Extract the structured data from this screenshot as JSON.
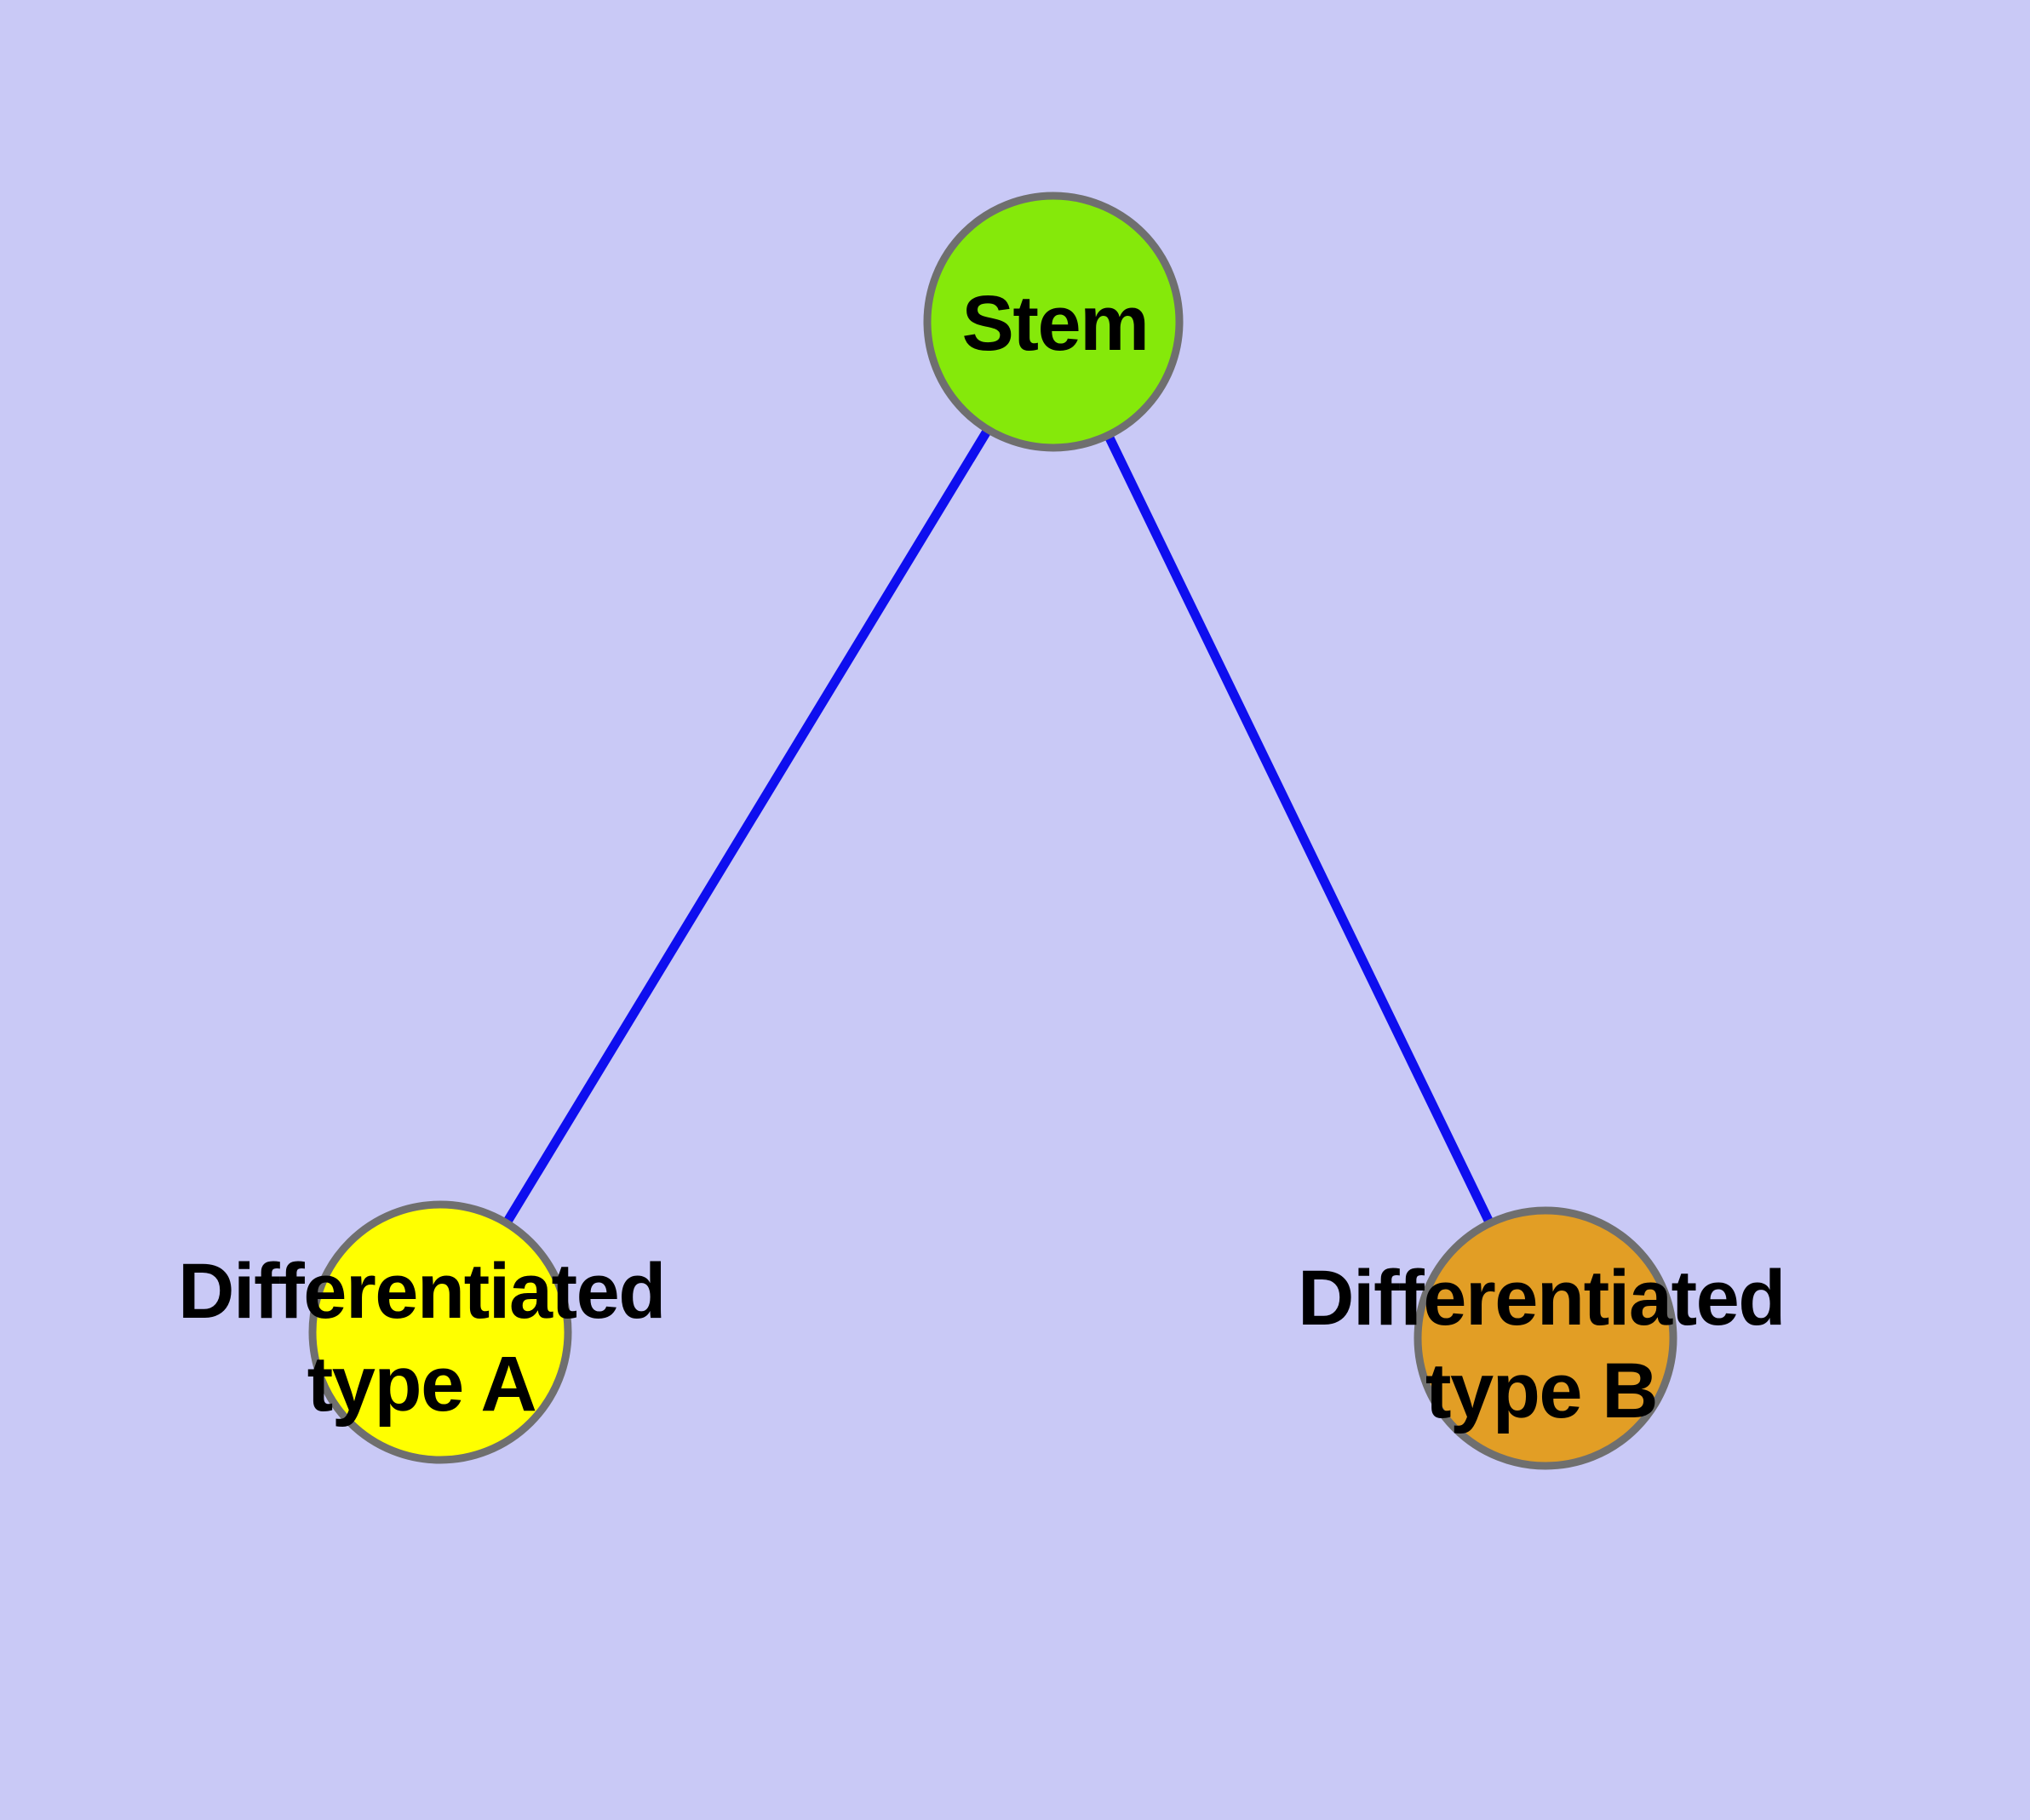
{
  "diagram": {
    "background_color": "#c9c9f6",
    "edge_color": "#0e0eef",
    "border_color": "#6f6f6f",
    "label_color": "#000000",
    "nodes": [
      {
        "id": "stem",
        "label": "Stem",
        "lines": [
          "Stem"
        ],
        "fill": "#85e90a"
      },
      {
        "id": "differentiated-type-a",
        "label": "Differentiated type A",
        "lines": [
          "Differentiated",
          "type A"
        ],
        "fill": "#ffff00"
      },
      {
        "id": "differentiated-type-b",
        "label": "Differentiated type B",
        "lines": [
          "Differentiated",
          "type B"
        ],
        "fill": "#e29e25"
      }
    ],
    "edges": [
      {
        "from": "stem",
        "to": "differentiated-type-a"
      },
      {
        "from": "stem",
        "to": "differentiated-type-b"
      }
    ]
  }
}
